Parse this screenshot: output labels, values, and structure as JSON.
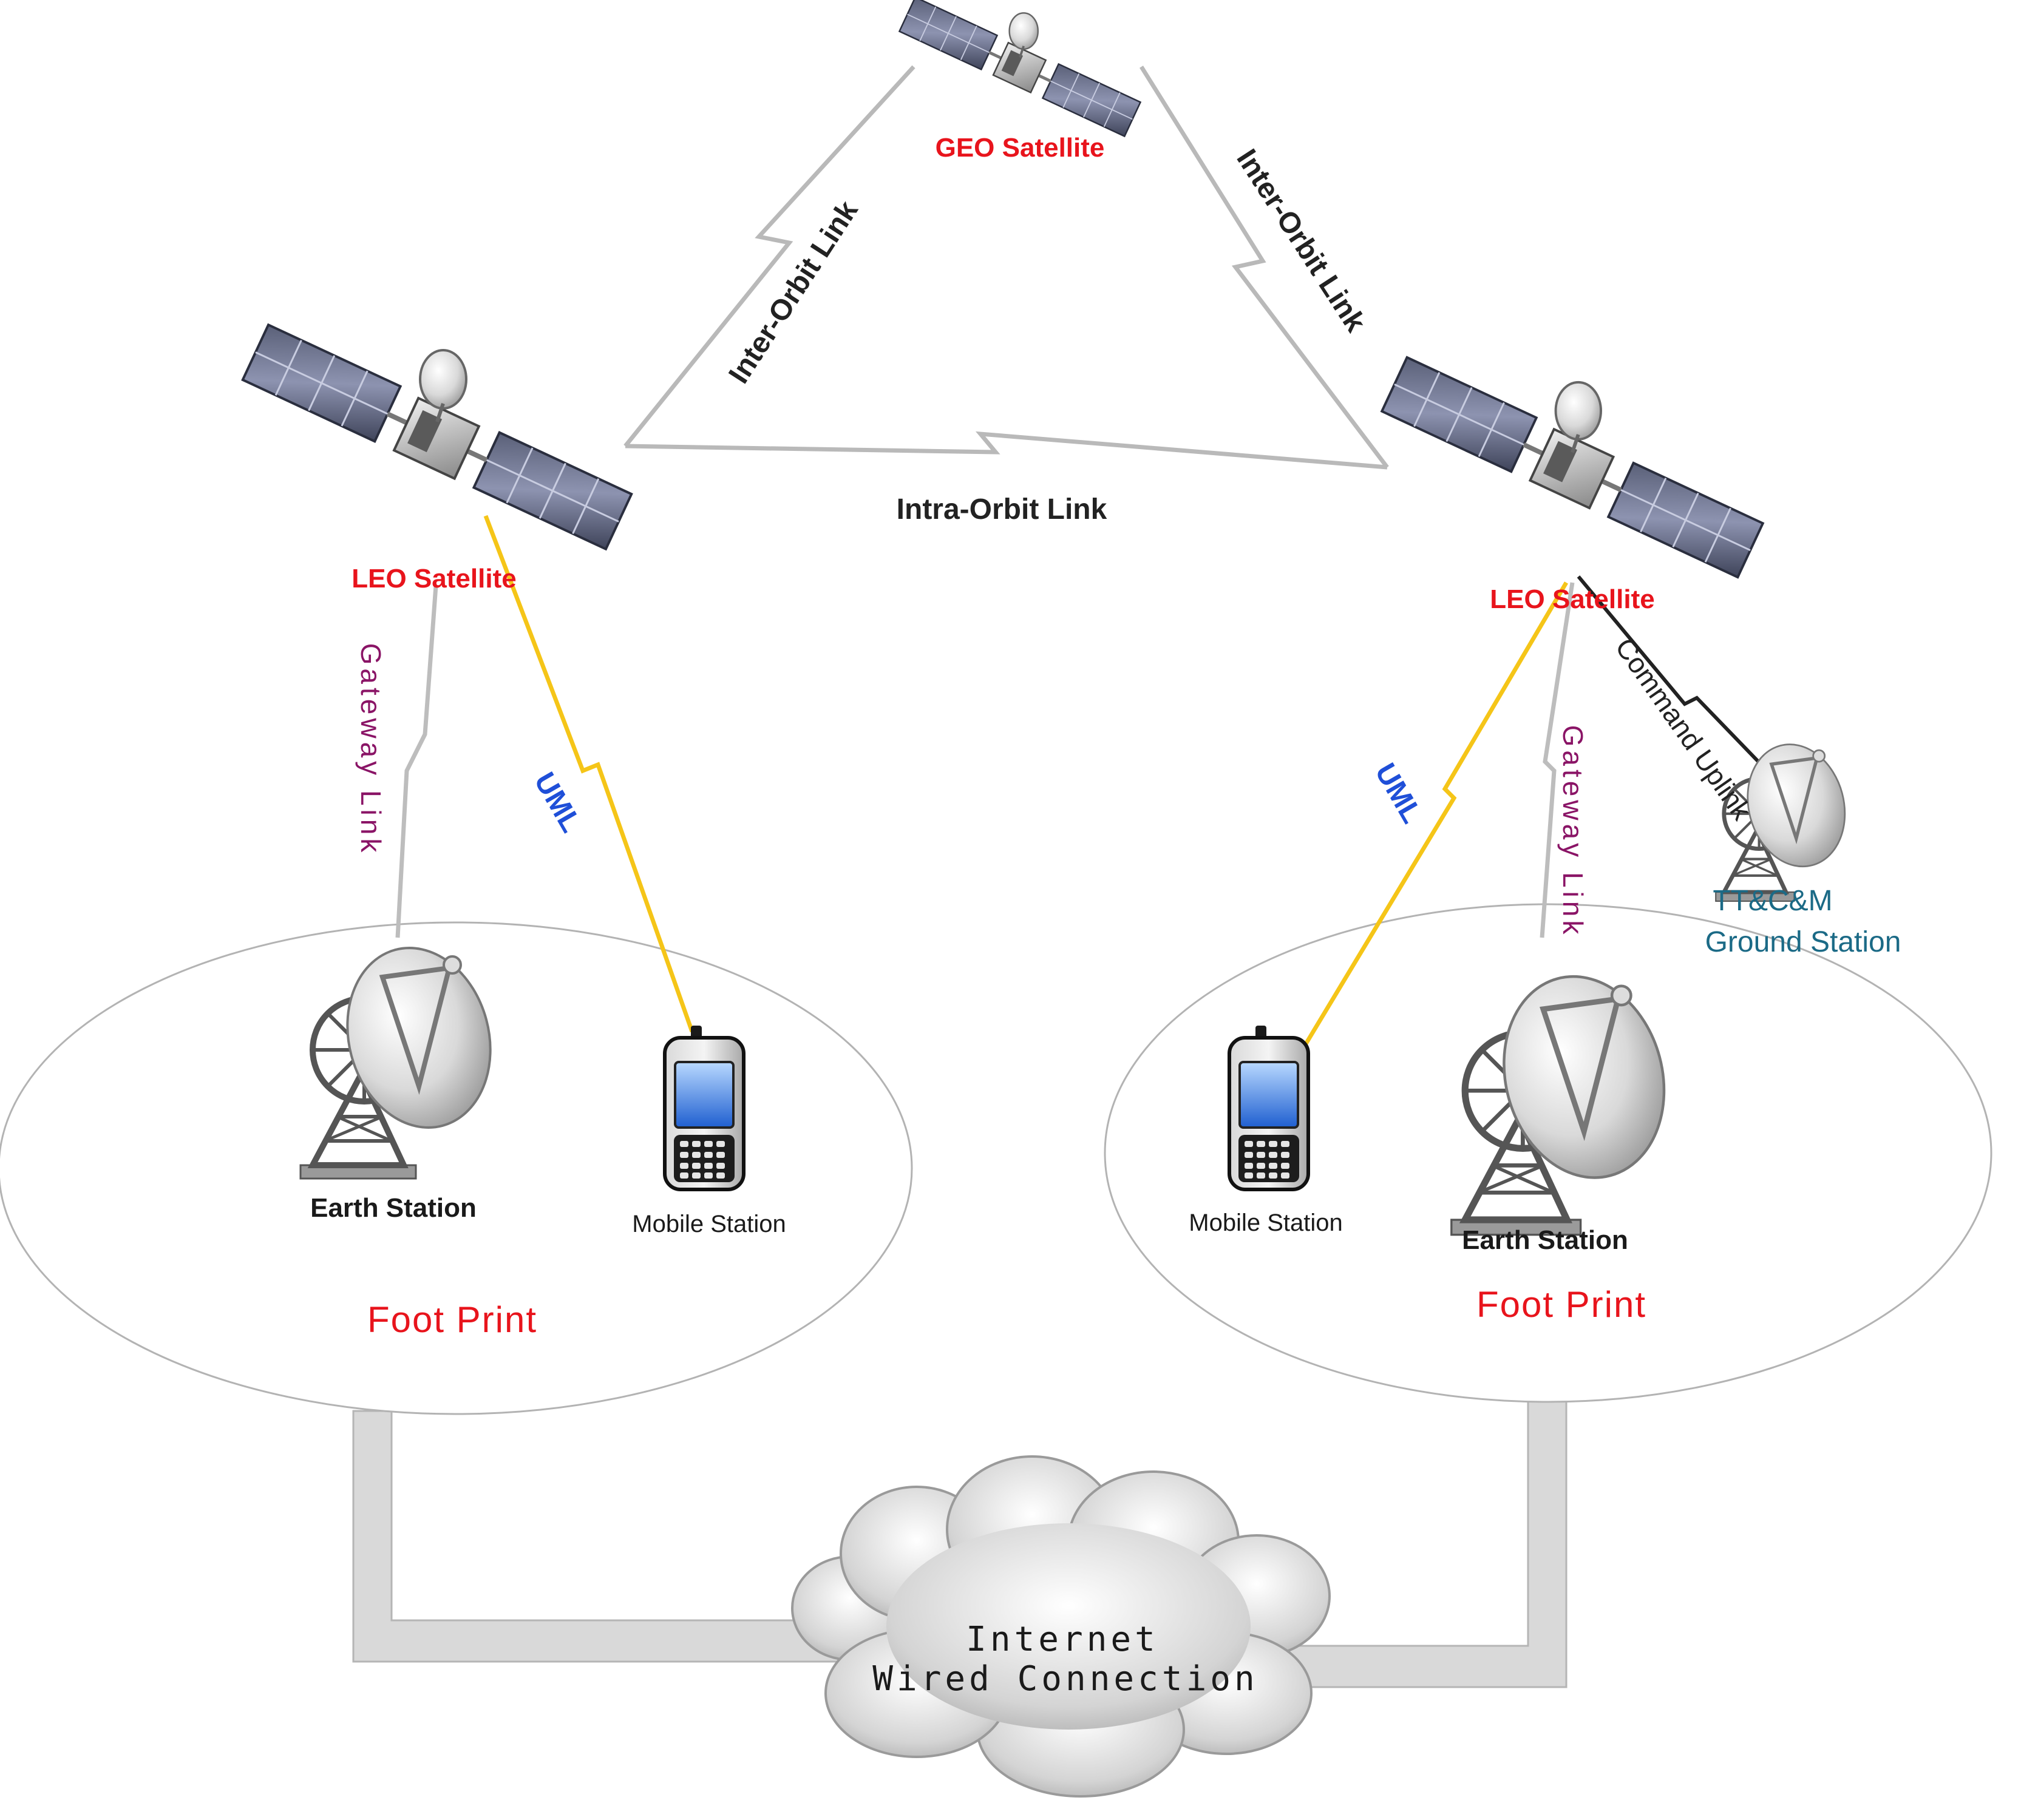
{
  "geo": {
    "label": "GEO Satellite"
  },
  "leo_left": {
    "label": "LEO Satellite"
  },
  "leo_right": {
    "label": "LEO Satellite"
  },
  "links": {
    "inter_orbit_left": "Inter-Orbit Link",
    "inter_orbit_right": "Inter-Orbit Link",
    "intra_orbit": "Intra-Orbit Link",
    "gateway_left": "Gateway Link",
    "gateway_right": "Gateway Link",
    "uml_left": "UML",
    "uml_right": "UML",
    "command_uplink": "Command Uplink"
  },
  "left_footprint": {
    "earth_station": "Earth Station",
    "mobile_station": "Mobile Station",
    "label": "Foot Print"
  },
  "right_footprint": {
    "earth_station": "Earth Station",
    "mobile_station": "Mobile Station",
    "label": "Foot Print"
  },
  "ground_station": {
    "line1": "TT&C&M",
    "line2": "Ground Station"
  },
  "internet": {
    "line1": "Internet",
    "line2": "Wired Connection"
  },
  "colors": {
    "sat_label": "#e8141c",
    "link_label": "#222222",
    "gateway": "#8a1466",
    "uml": "#1f4fd8",
    "footprint": "#e8141c",
    "ground": "#1b6a86",
    "uml_beam": "#f5c518",
    "grey_link": "#bdbdbd"
  }
}
